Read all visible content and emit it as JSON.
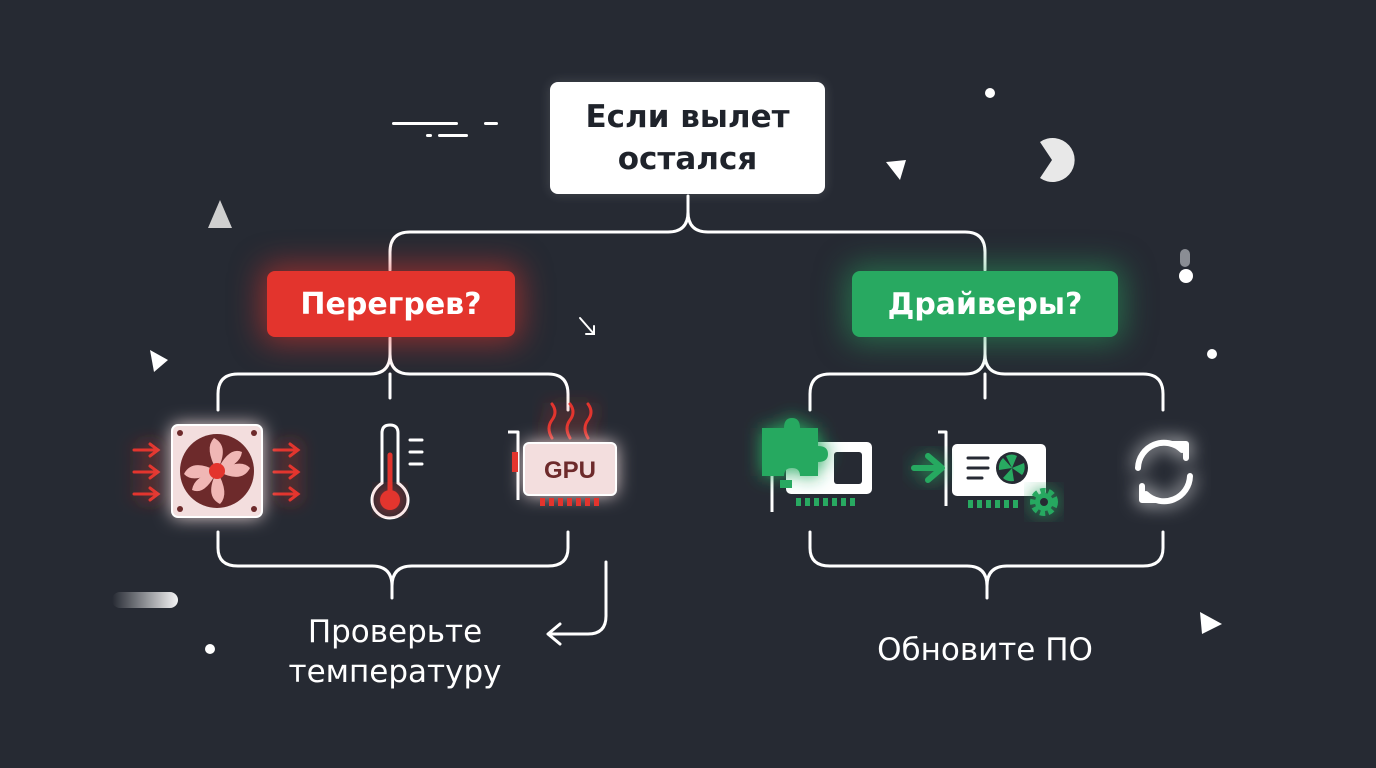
{
  "root": {
    "label": "Если вылет остался"
  },
  "branches": [
    {
      "label": "Перегрев?",
      "color": "#e3342d",
      "icons": [
        "cooling-fan-icon",
        "thermometer-icon",
        "gpu-card-icon"
      ],
      "gpu_label": "GPU",
      "result": "Проверьте температуру"
    },
    {
      "label": "Драйверы?",
      "color": "#28a961",
      "icons": [
        "puzzle-card-icon",
        "driver-install-icon",
        "refresh-icon"
      ],
      "result": "Обновите ПО"
    }
  ]
}
